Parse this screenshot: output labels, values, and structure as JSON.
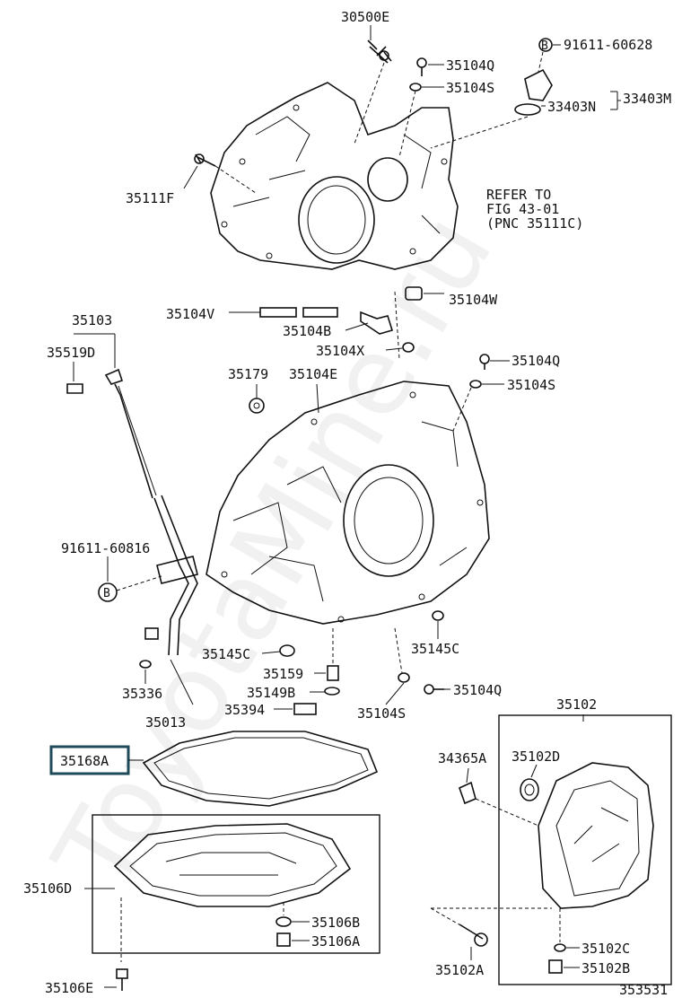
{
  "watermark": "ToyotaMine.ru",
  "diagram_number": "353531",
  "refer_note": [
    "REFER TO",
    "FIG 43-01",
    "(PNC 35111C)"
  ],
  "callout_b": "B",
  "labels": {
    "p30500E": "30500E",
    "p91611_60628": "91611-60628",
    "p35104Q_top": "35104Q",
    "p35104S_top": "35104S",
    "p33403M": "33403M",
    "p33403N": "33403N",
    "p35111F": "35111F",
    "p35104W": "35104W",
    "p35104V": "35104V",
    "p35104B": "35104B",
    "p35104X": "35104X",
    "p35103": "35103",
    "p35519D": "35519D",
    "p35104Q_mid": "35104Q",
    "p35104S_mid": "35104S",
    "p35179": "35179",
    "p35104E": "35104E",
    "p91611_60816": "91611-60816",
    "p35145C_left": "35145C",
    "p35145C_right": "35145C",
    "p35159": "35159",
    "p35149B": "35149B",
    "p35336": "35336",
    "p35104S_low": "35104S",
    "p35104Q_low": "35104Q",
    "p35394": "35394",
    "p35013": "35013",
    "p35102": "35102",
    "p35168A": "35168A",
    "p34365A": "34365A",
    "p35102D": "35102D",
    "p35106D": "35106D",
    "p35106B": "35106B",
    "p35106A": "35106A",
    "p35106E": "35106E",
    "p35102A": "35102A",
    "p35102C": "35102C",
    "p35102B": "35102B"
  },
  "colors": {
    "ink": "#111111",
    "highlight": "#1f4a5a",
    "watermark": "#e6e6e6"
  }
}
